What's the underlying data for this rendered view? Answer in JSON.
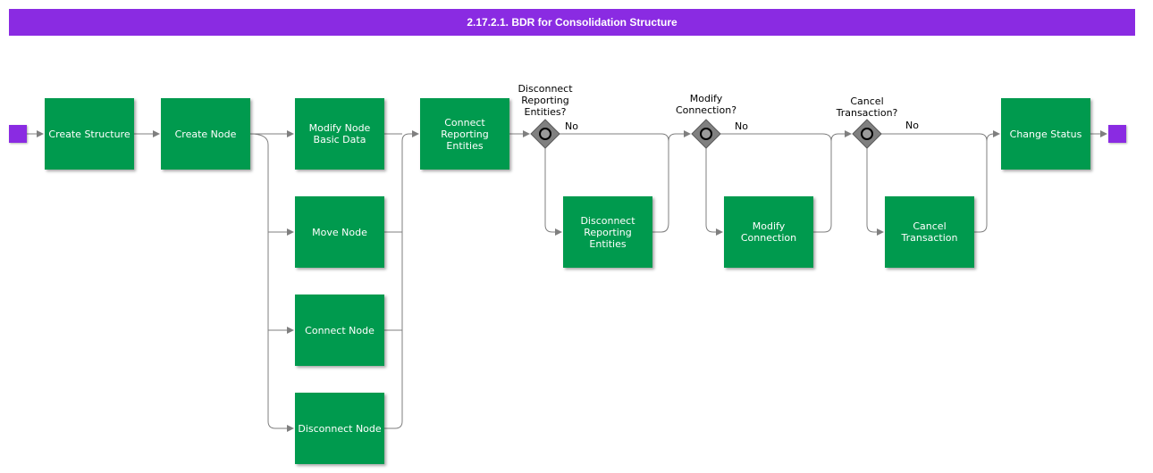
{
  "title": "2.17.2.1. BDR for Consolidation Structure",
  "colors": {
    "header": "#8a2be2",
    "task": "#009a4e",
    "gateway": "#808080",
    "connector": "#7f7f7f",
    "terminal": "#8a2be2"
  },
  "tasks": {
    "create_structure": "Create Structure",
    "create_node": "Create Node",
    "modify_node": "Modify Node\nBasic Data",
    "move_node": "Move Node",
    "connect_node": "Connect Node",
    "disconnect_node": "Disconnect Node",
    "connect_reporting": "Connect\nReporting\nEntities",
    "disconnect_reporting": "Disconnect\nReporting\nEntities",
    "modify_connection": "Modify\nConnection",
    "cancel_transaction": "Cancel\nTransaction",
    "change_status": "Change Status"
  },
  "gateways": {
    "disconnect_q": "Disconnect\nReporting\nEntities?",
    "modify_q": "Modify\nConnection?",
    "cancel_q": "Cancel\nTransaction?"
  },
  "branch_label": "No",
  "icons": [
    "start-event-icon",
    "end-event-icon",
    "gateway-diamond-icon",
    "arrow-icon"
  ]
}
